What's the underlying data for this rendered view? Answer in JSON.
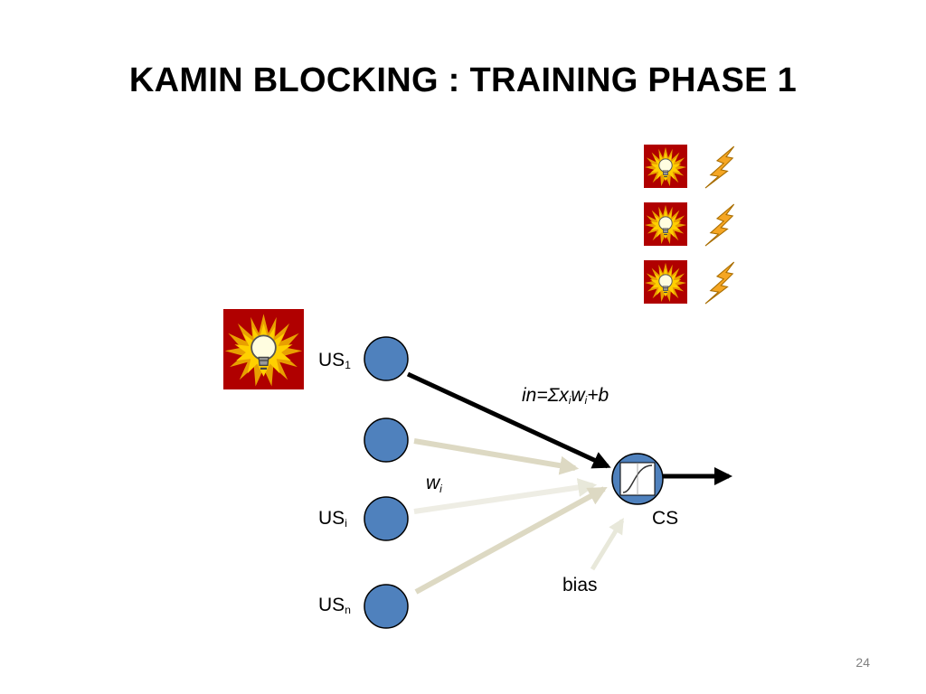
{
  "slide": {
    "title": "KAMIN BLOCKING : TRAINING PHASE 1",
    "page_number": "24"
  },
  "diagram": {
    "nodes": [
      {
        "id": "us1",
        "label": "US",
        "subscript": "1"
      },
      {
        "id": "us2",
        "label": "",
        "subscript": ""
      },
      {
        "id": "usi",
        "label": "US",
        "subscript": "i"
      },
      {
        "id": "usn",
        "label": "US",
        "subscript": "n"
      }
    ],
    "output_label": "CS",
    "formula": {
      "lhs": "in=",
      "sigma": "Σ",
      "x": "x",
      "x_sub": "i",
      "w": "w",
      "w_sub": "i",
      "rhs": "+b"
    },
    "weight_label": {
      "w": "w",
      "sub": "i"
    },
    "bias_label": "bias",
    "trial_rows": [
      {
        "light": "light-bulb-icon",
        "shock": "lightning-bolt-icon"
      },
      {
        "light": "light-bulb-icon",
        "shock": "lightning-bolt-icon"
      },
      {
        "light": "light-bulb-icon",
        "shock": "lightning-bolt-icon"
      }
    ],
    "colors": {
      "node_fill": "#4f81bd",
      "active_edge": "#000000",
      "inactive_edge": "#ddd9c3",
      "icon_background": "#b00000",
      "burst": "#ffc000",
      "bolt": "#f5a623"
    }
  }
}
